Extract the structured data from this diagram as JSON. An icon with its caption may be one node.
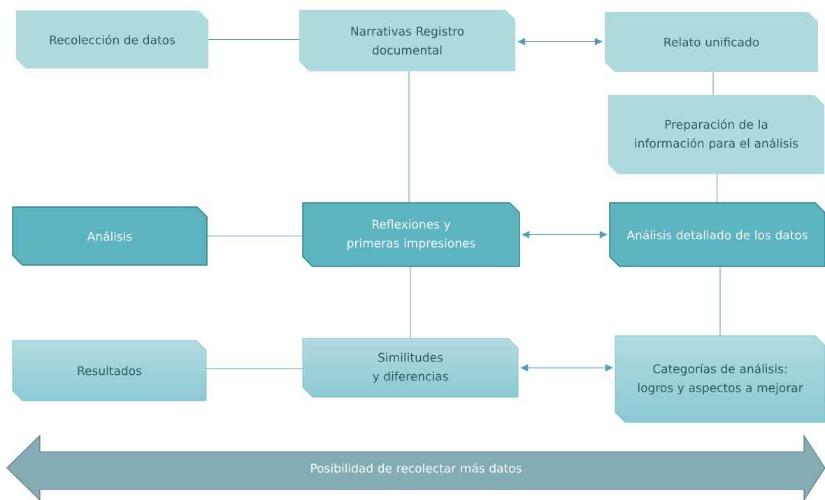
{
  "diagram": {
    "nodes": [
      {
        "text": [
          "Recolección de datos"
        ]
      },
      {
        "text": [
          "Narrativas Registro documental"
        ]
      },
      {
        "text": [
          "Relato unificado"
        ]
      },
      {
        "text": [
          "Preparación de la información para el análisis"
        ]
      },
      {
        "text": [
          "Análisis"
        ]
      },
      {
        "text": [
          "Reflexiones y primeras impresiones"
        ]
      },
      {
        "text": [
          "Análisis detallado de los datos"
        ]
      },
      {
        "text": [
          "Resultados"
        ]
      },
      {
        "text": [
          "Similitudes y diferencias"
        ]
      },
      {
        "text": [
          "Categorías de análisis: logros y aspectos a mejorar"
        ]
      },
      {
        "text": [
          "Posibilidad de recolectar más datos"
        ]
      }
    ],
    "edges": [
      {
        "from": 0,
        "to": 1,
        "arrow": "none"
      },
      {
        "from": 1,
        "to": 2,
        "arrow": "both"
      },
      {
        "from": 1,
        "to": 5,
        "arrow": "none"
      },
      {
        "from": 2,
        "to": 3,
        "arrow": "none"
      },
      {
        "from": 3,
        "to": 6,
        "arrow": "none"
      },
      {
        "from": 4,
        "to": 5,
        "arrow": "none"
      },
      {
        "from": 5,
        "to": 6,
        "arrow": "both"
      },
      {
        "from": 5,
        "to": 8,
        "arrow": "none"
      },
      {
        "from": 6,
        "to": 9,
        "arrow": "none"
      },
      {
        "from": 7,
        "to": 8,
        "arrow": "none"
      },
      {
        "from": 8,
        "to": 9,
        "arrow": "both"
      }
    ]
  }
}
